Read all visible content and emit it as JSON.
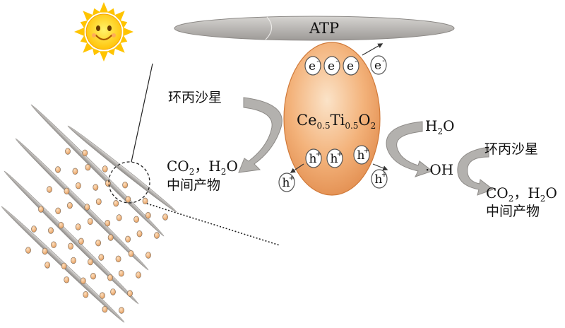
{
  "labels": {
    "atp": "ATP",
    "catalyst": {
      "p1": "Ce",
      "s1": "0.5",
      "p2": "Ti",
      "s2": "0.5",
      "p3": "O",
      "s3": "2"
    },
    "electron": "e",
    "electron_sup": "-",
    "hole": "h",
    "hole_sup": "+",
    "pollutant_left": "环丙沙星",
    "pollutant_right": "环丙沙星",
    "water": {
      "p1": "H",
      "s1": "2",
      "p2": "O"
    },
    "hydroxyl": "·OH",
    "products_left": {
      "co": "CO",
      "co_sub": "2",
      "sep": "，H",
      "h_sub": "2",
      "o": "O",
      "line2": "中间产物"
    },
    "products_right": {
      "co": "CO",
      "co_sub": "2",
      "sep": "，H",
      "h_sub": "2",
      "o": "O",
      "line2": "中间产物"
    }
  },
  "colors": {
    "catalyst_fill": "#f0a868",
    "catalyst_light": "#fbe3c8",
    "fiber": "#b9b7b5",
    "fiber_dark": "#8f8c89",
    "particle": "#f2b27a",
    "arrow": "#b0aeab",
    "sun": "#ffd21a",
    "sun_ray": "#ffb400",
    "atp_bar": "#b8b6b3"
  },
  "icons": {
    "sun": "smiling-sun-icon"
  }
}
